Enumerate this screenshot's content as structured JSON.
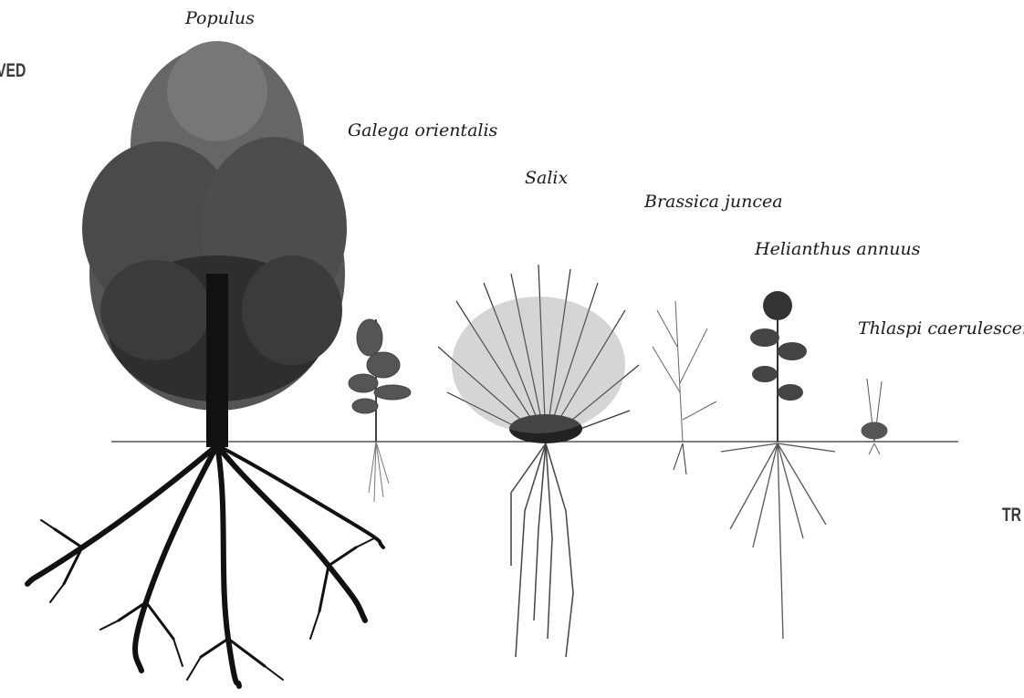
{
  "species": [
    {
      "id": "populus",
      "name": "Populus"
    },
    {
      "id": "galega",
      "name": "Galega orientalis"
    },
    {
      "id": "salix",
      "name": "Salix"
    },
    {
      "id": "brassica",
      "name": "Brassica juncea"
    },
    {
      "id": "helianthus",
      "name": "Helianthus annuus"
    },
    {
      "id": "thlaspi",
      "name": "Thlaspi caerulescens"
    }
  ],
  "cropped_text": {
    "left": "VED",
    "right": "TR"
  }
}
